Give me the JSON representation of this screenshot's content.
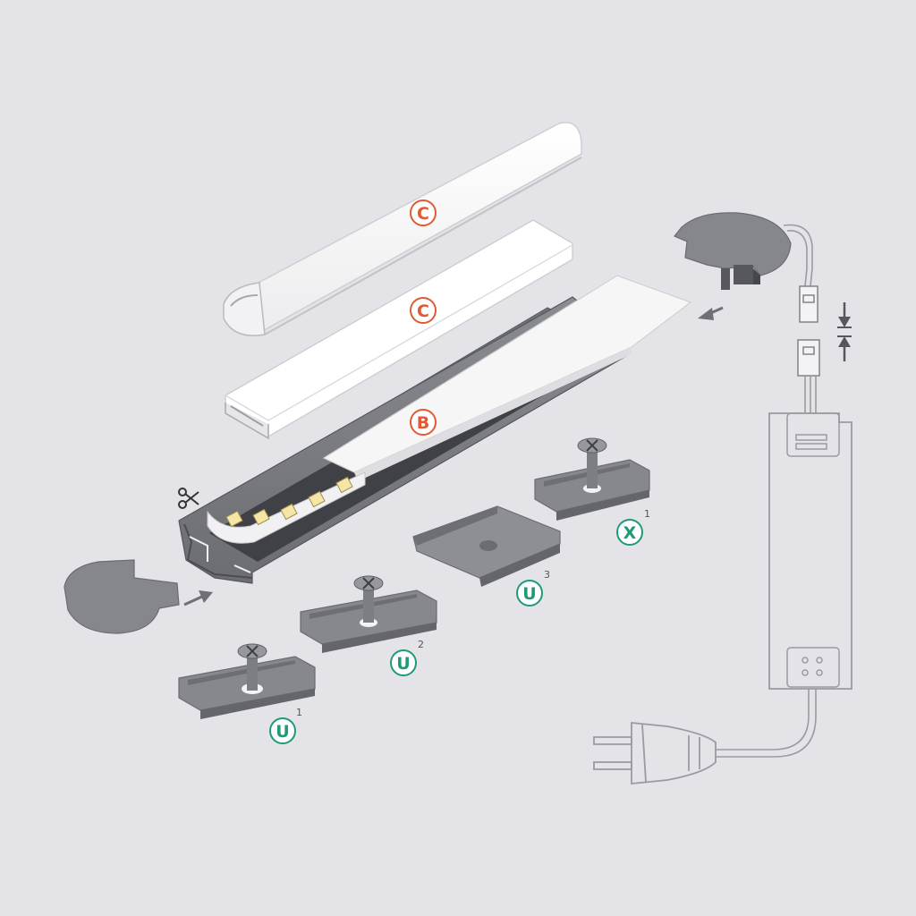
{
  "labels": {
    "cover_round": "C",
    "cover_flat": "C",
    "profile": "B",
    "clip_u1": "U",
    "clip_u1_index": "1",
    "clip_u2": "U",
    "clip_u2_index": "2",
    "clip_u3": "U",
    "clip_u3_index": "3",
    "clip_x": "X",
    "clip_x_index": "1"
  },
  "colors": {
    "background": "#e3e3e8",
    "profile_gray": "#7d7f84",
    "profile_dark": "#54565b",
    "clip_gray": "#86888d",
    "cover_white": "#f7f7f8",
    "label_orange": "#e05a33",
    "label_teal": "#1e9a7b",
    "line_gray": "#9a9ba0",
    "arrow_gray": "#6e7075"
  },
  "icons": [
    "scissors-icon",
    "arrow-icon",
    "plug-icon",
    "connector-icon",
    "screw-icon",
    "led-chip-icon"
  ]
}
